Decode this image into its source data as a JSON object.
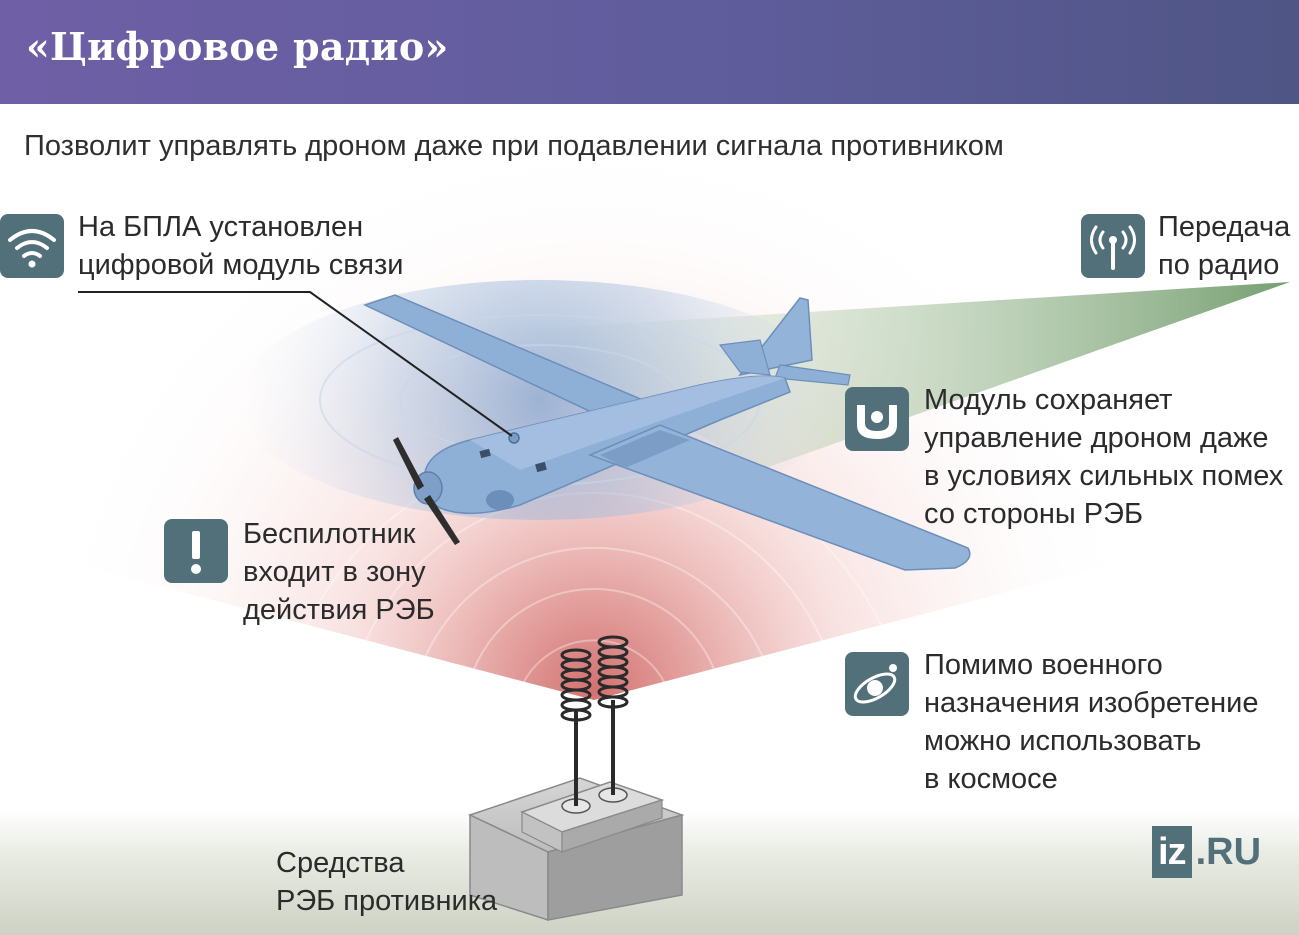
{
  "header": {
    "title": "«Цифровое радио»"
  },
  "subtitle": "Позволит управлять дроном даже при подавлении сигнала противником",
  "callouts": {
    "module": {
      "icon": "wifi-icon",
      "line1": "На БПЛА установлен",
      "line2": "цифровой модуль связи"
    },
    "radio": {
      "icon": "radio-antenna-icon",
      "line1": "Передача",
      "line2": "по радио"
    },
    "control": {
      "icon": "joystick-icon",
      "line1": "Модуль сохраняет",
      "line2": "управление дроном даже",
      "line3": "в условиях сильных помех",
      "line4": "со стороны РЭБ"
    },
    "warning": {
      "icon": "exclamation-icon",
      "line1": "Беспилотник",
      "line2": "входит в зону",
      "line3": "действия РЭБ"
    },
    "space": {
      "icon": "orbit-icon",
      "line1": "Помимо военного",
      "line2": "назначения изобретение",
      "line3": "можно использовать",
      "line4": "в космосе"
    },
    "ew": {
      "line1": "Средства",
      "line2": "РЭБ противника"
    }
  },
  "logo": {
    "iz": "iz",
    "ru": ".RU"
  },
  "colors": {
    "header_start": "#6f5fa6",
    "header_end": "#4f5585",
    "icon_bg": "#52707a",
    "radio_beam": "#6f9a6a",
    "jamming_zone": "#d9726f",
    "drone_body": "#8fb0d6"
  }
}
